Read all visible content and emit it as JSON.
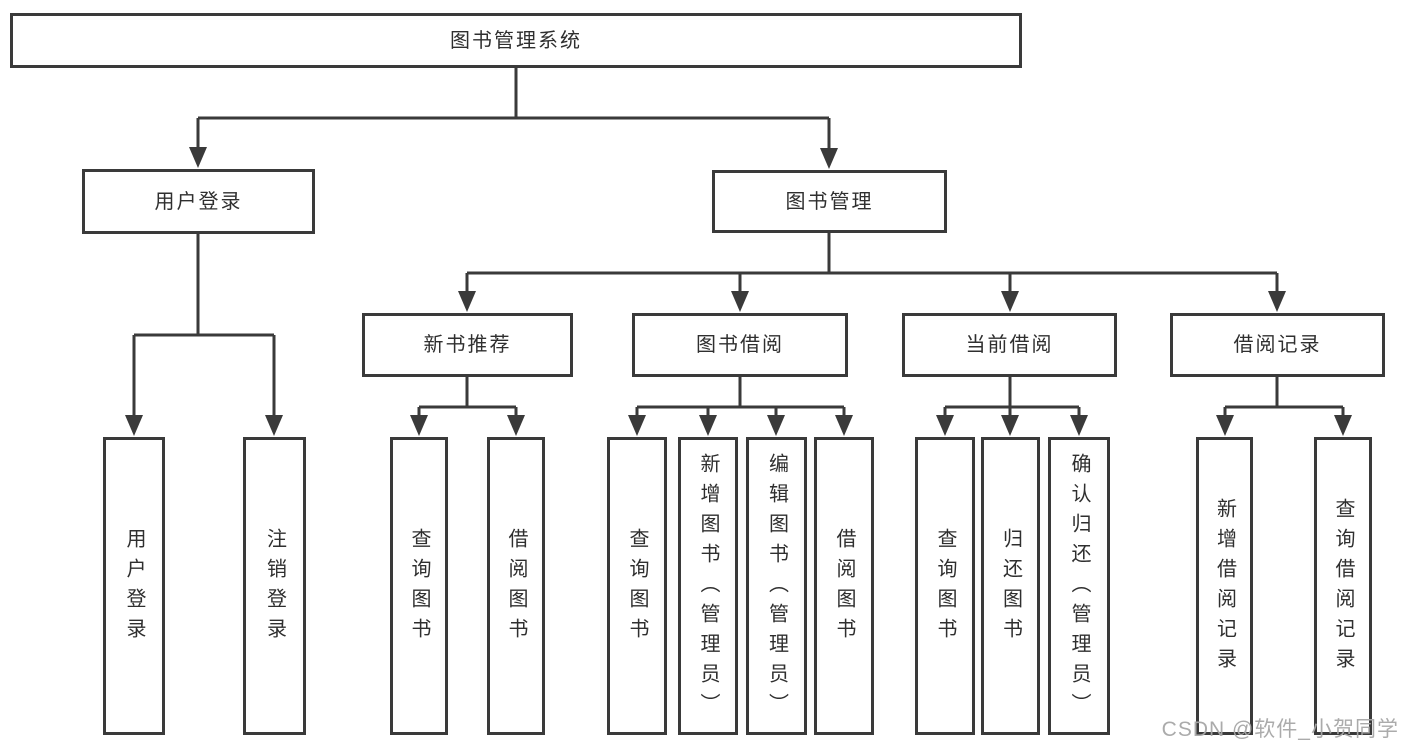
{
  "tree": {
    "label": "图书管理系统",
    "children": [
      {
        "label": "用户登录",
        "children": [
          {
            "label": "用户登录"
          },
          {
            "label": "注销登录"
          }
        ]
      },
      {
        "label": "图书管理",
        "children": [
          {
            "label": "新书推荐",
            "children": [
              {
                "label": "查询图书"
              },
              {
                "label": "借阅图书"
              }
            ]
          },
          {
            "label": "图书借阅",
            "children": [
              {
                "label": "查询图书"
              },
              {
                "label": "新增图书（管理员）"
              },
              {
                "label": "编辑图书（管理员）"
              },
              {
                "label": "借阅图书"
              }
            ]
          },
          {
            "label": "当前借阅",
            "children": [
              {
                "label": "查询图书"
              },
              {
                "label": "归还图书"
              },
              {
                "label": "确认归还（管理员）"
              }
            ]
          },
          {
            "label": "借阅记录",
            "children": [
              {
                "label": "新增借阅记录"
              },
              {
                "label": "查询借阅记录"
              }
            ]
          }
        ]
      }
    ]
  },
  "watermark": {
    "text": "CSDN @软件_小贺同学"
  },
  "colors": {
    "line": "#3a3a3a",
    "box_border": "#3a3a3a",
    "text": "#2f2f2f",
    "watermark": "#a6a6a6",
    "background": "#ffffff"
  }
}
